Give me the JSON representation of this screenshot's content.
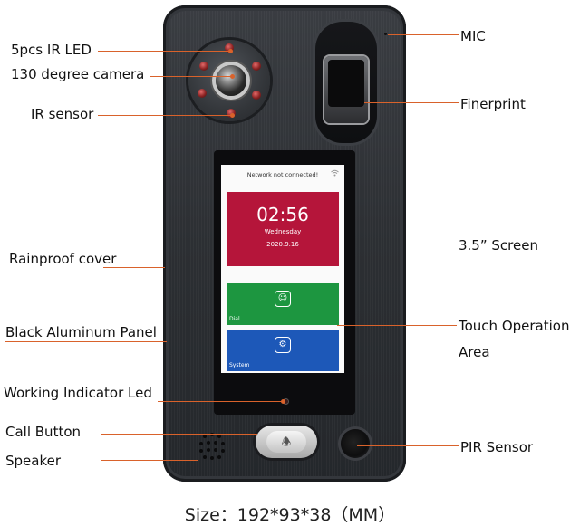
{
  "labels": {
    "ir_led": "5pcs IR LED",
    "camera": "130 degree camera",
    "ir_sensor": "IR sensor",
    "rainproof": "Rainproof cover",
    "panel": "Black Aluminum Panel",
    "work_led": "Working Indicator Led",
    "call_button": "Call Button",
    "speaker": "Speaker",
    "mic": "MIC",
    "fingerprint": "Finerprint",
    "screen": "3.5” Screen",
    "touch_line1": "Touch Operation",
    "touch_line2": "Area",
    "pir": "PIR Sensor"
  },
  "screen": {
    "status": "Network not connected!",
    "time": "02:56",
    "day": "Wednesday",
    "date": "2020.9.16",
    "dial_label": "Dial",
    "system_label": "System"
  },
  "size_text": "Size：192*93*38（MM）",
  "colors": {
    "leader": "#d9622b",
    "tile_clock": "#b5153a",
    "tile_dial": "#1d9640",
    "tile_system": "#1d58b8"
  },
  "icons": {
    "wifi": "wifi-icon",
    "dial": "contact-icon",
    "system": "settings-icon",
    "call": "bell-icon"
  }
}
